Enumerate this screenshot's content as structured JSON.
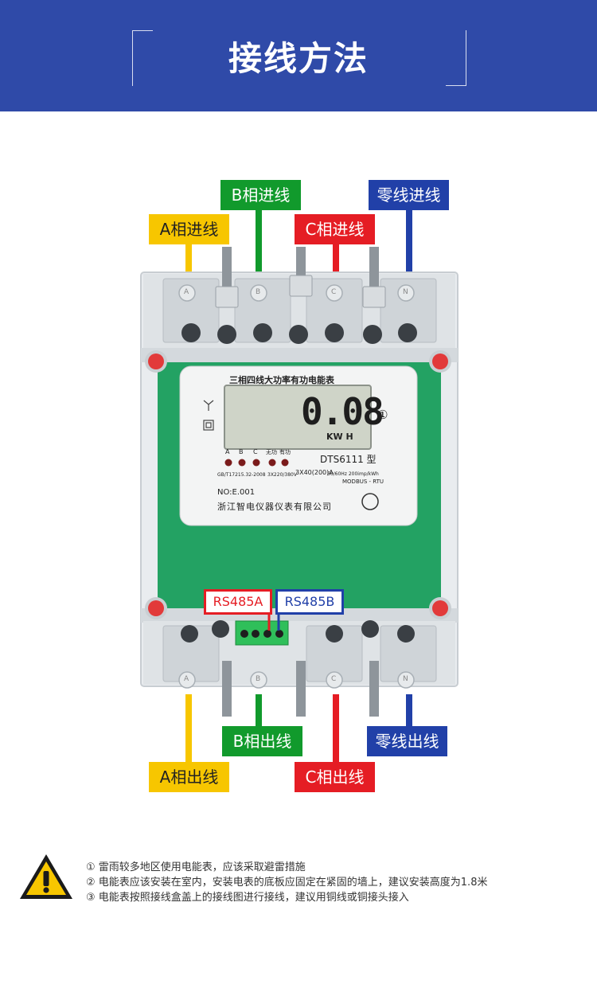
{
  "header": {
    "title": "接线方法"
  },
  "labels": {
    "a_in": "A相进线",
    "b_in": "B相进线",
    "c_in": "C相进线",
    "n_in": "零线进线",
    "a_out": "A相出线",
    "b_out": "B相出线",
    "c_out": "C相出线",
    "n_out": "零线出线",
    "rs485a": "RS485A",
    "rs485b": "RS485B"
  },
  "meter": {
    "title": "三相四线大功率有功电能表",
    "reading": "0.08",
    "unit": "KW H",
    "badge": "①",
    "leds": [
      "A",
      "B",
      "C",
      "无功",
      "有功"
    ],
    "standard": "GB/T17215.32-2008",
    "voltage": "3X220/380V",
    "current": "3X40(200)A",
    "model": "DTS6111 型",
    "freq_const": "50/60Hz   200imp/kWh",
    "protocol": "MODBUS - RTU",
    "serial": "NO:E.001",
    "maker": "浙江智电仪器仪表有限公司",
    "terminal_letters": [
      "A",
      "B",
      "C",
      "N"
    ]
  },
  "notes": [
    "① 雷雨较多地区使用电能表，应该采取避雷措施",
    "② 电能表应该安装在室内，安装电表的底板应固定在紧固的墙上，建议安装高度为1.8米",
    "③ 电能表按照接线盒盖上的接线图进行接线，建议用铜线或铜接头接入"
  ],
  "colors": {
    "blue": "#2140a8",
    "green": "#119a2c",
    "red": "#e51d24",
    "yellow": "#f7c600"
  }
}
